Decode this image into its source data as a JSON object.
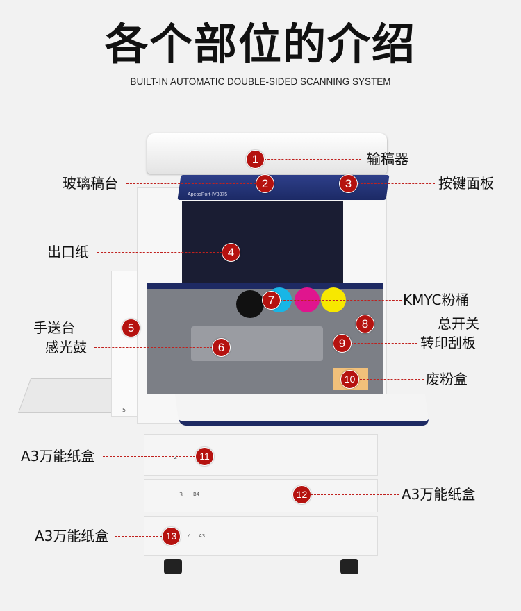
{
  "header": {
    "title": "各个部位的介绍",
    "subtitle": "BUILT-IN AUTOMATIC DOUBLE-SIDED SCANNING SYSTEM"
  },
  "device": {
    "model_label": "ApeosPort-IV3375",
    "tray_numbers": [
      "2",
      "3",
      "4"
    ],
    "tray_sizes": [
      "B4",
      "A3"
    ],
    "bypass_number": "5"
  },
  "accent_color": "#b5120f",
  "parts": [
    {
      "n": "1",
      "label": "输稿器"
    },
    {
      "n": "2",
      "label": "玻璃稿台"
    },
    {
      "n": "3",
      "label": "按键面板"
    },
    {
      "n": "4",
      "label": "出口纸"
    },
    {
      "n": "5",
      "label": "手送台"
    },
    {
      "n": "6",
      "label": "感光鼓"
    },
    {
      "n": "7",
      "label": "KMYC粉桶"
    },
    {
      "n": "8",
      "label": "总开关"
    },
    {
      "n": "9",
      "label": "转印刮板"
    },
    {
      "n": "10",
      "label": "废粉盒"
    },
    {
      "n": "11",
      "label": "A3万能纸盒"
    },
    {
      "n": "12",
      "label": "A3万能纸盒"
    },
    {
      "n": "13",
      "label": "A3万能纸盒"
    }
  ]
}
